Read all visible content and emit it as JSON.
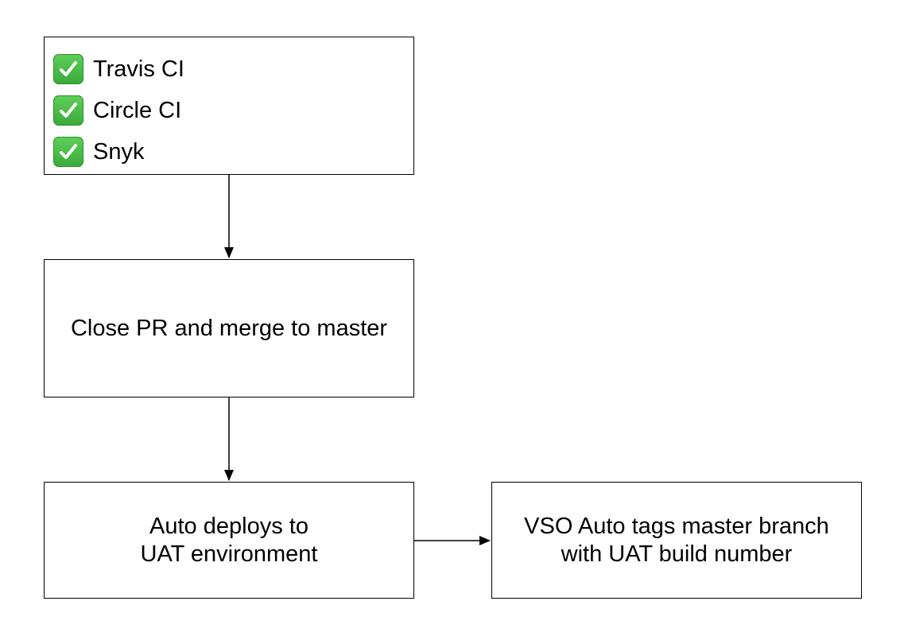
{
  "checks": [
    {
      "label": "Travis CI",
      "icon": "check-mark-icon",
      "color": "#3fb23f"
    },
    {
      "label": "Circle CI",
      "icon": "check-mark-icon",
      "color": "#3fb23f"
    },
    {
      "label": "Snyk",
      "icon": "check-mark-icon",
      "color": "#3fb23f"
    }
  ],
  "steps": {
    "merge": {
      "text": "Close PR and merge to master"
    },
    "uat": {
      "line1": "Auto deploys to",
      "line2": "UAT environment"
    },
    "vso": {
      "line1": "VSO Auto tags master branch",
      "line2": "with UAT build number"
    }
  }
}
